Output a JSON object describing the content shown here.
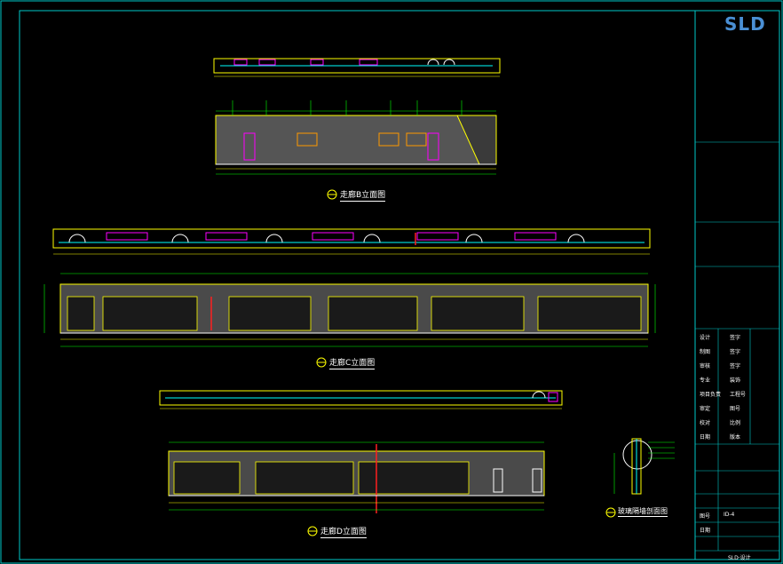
{
  "brand": {
    "logo": "SLD"
  },
  "captions": {
    "elev_a": "走廊B立面图",
    "elev_b": "走廊C立面图",
    "elev_c": "走廊D立面图",
    "section": "玻璃隔墙剖面图"
  },
  "title_block": {
    "designer_label": "设计",
    "rows": [
      {
        "label": "设计",
        "value": "签字"
      },
      {
        "label": "制图",
        "value": "签字"
      },
      {
        "label": "审核",
        "value": "签字"
      },
      {
        "label": "专业",
        "value": "装饰"
      },
      {
        "label": "项目负责",
        "value": "工程号"
      },
      {
        "label": "审定",
        "value": "图号"
      },
      {
        "label": "校对",
        "value": "比例"
      },
      {
        "label": "日期",
        "value": "版本"
      }
    ],
    "drawing_no": "图号",
    "sheet_label": "ID-4",
    "date_label": "日期",
    "footer": "SLD·设计"
  },
  "colors": {
    "background": "#000000",
    "frame": "#00c8c8",
    "wall": "#ffff00",
    "accent_magenta": "#ff00ff",
    "accent_cyan": "#00ffff",
    "accent_green": "#00ff00",
    "accent_red": "#ff2020",
    "accent_orange": "#ff9900",
    "text": "#ffffff"
  }
}
